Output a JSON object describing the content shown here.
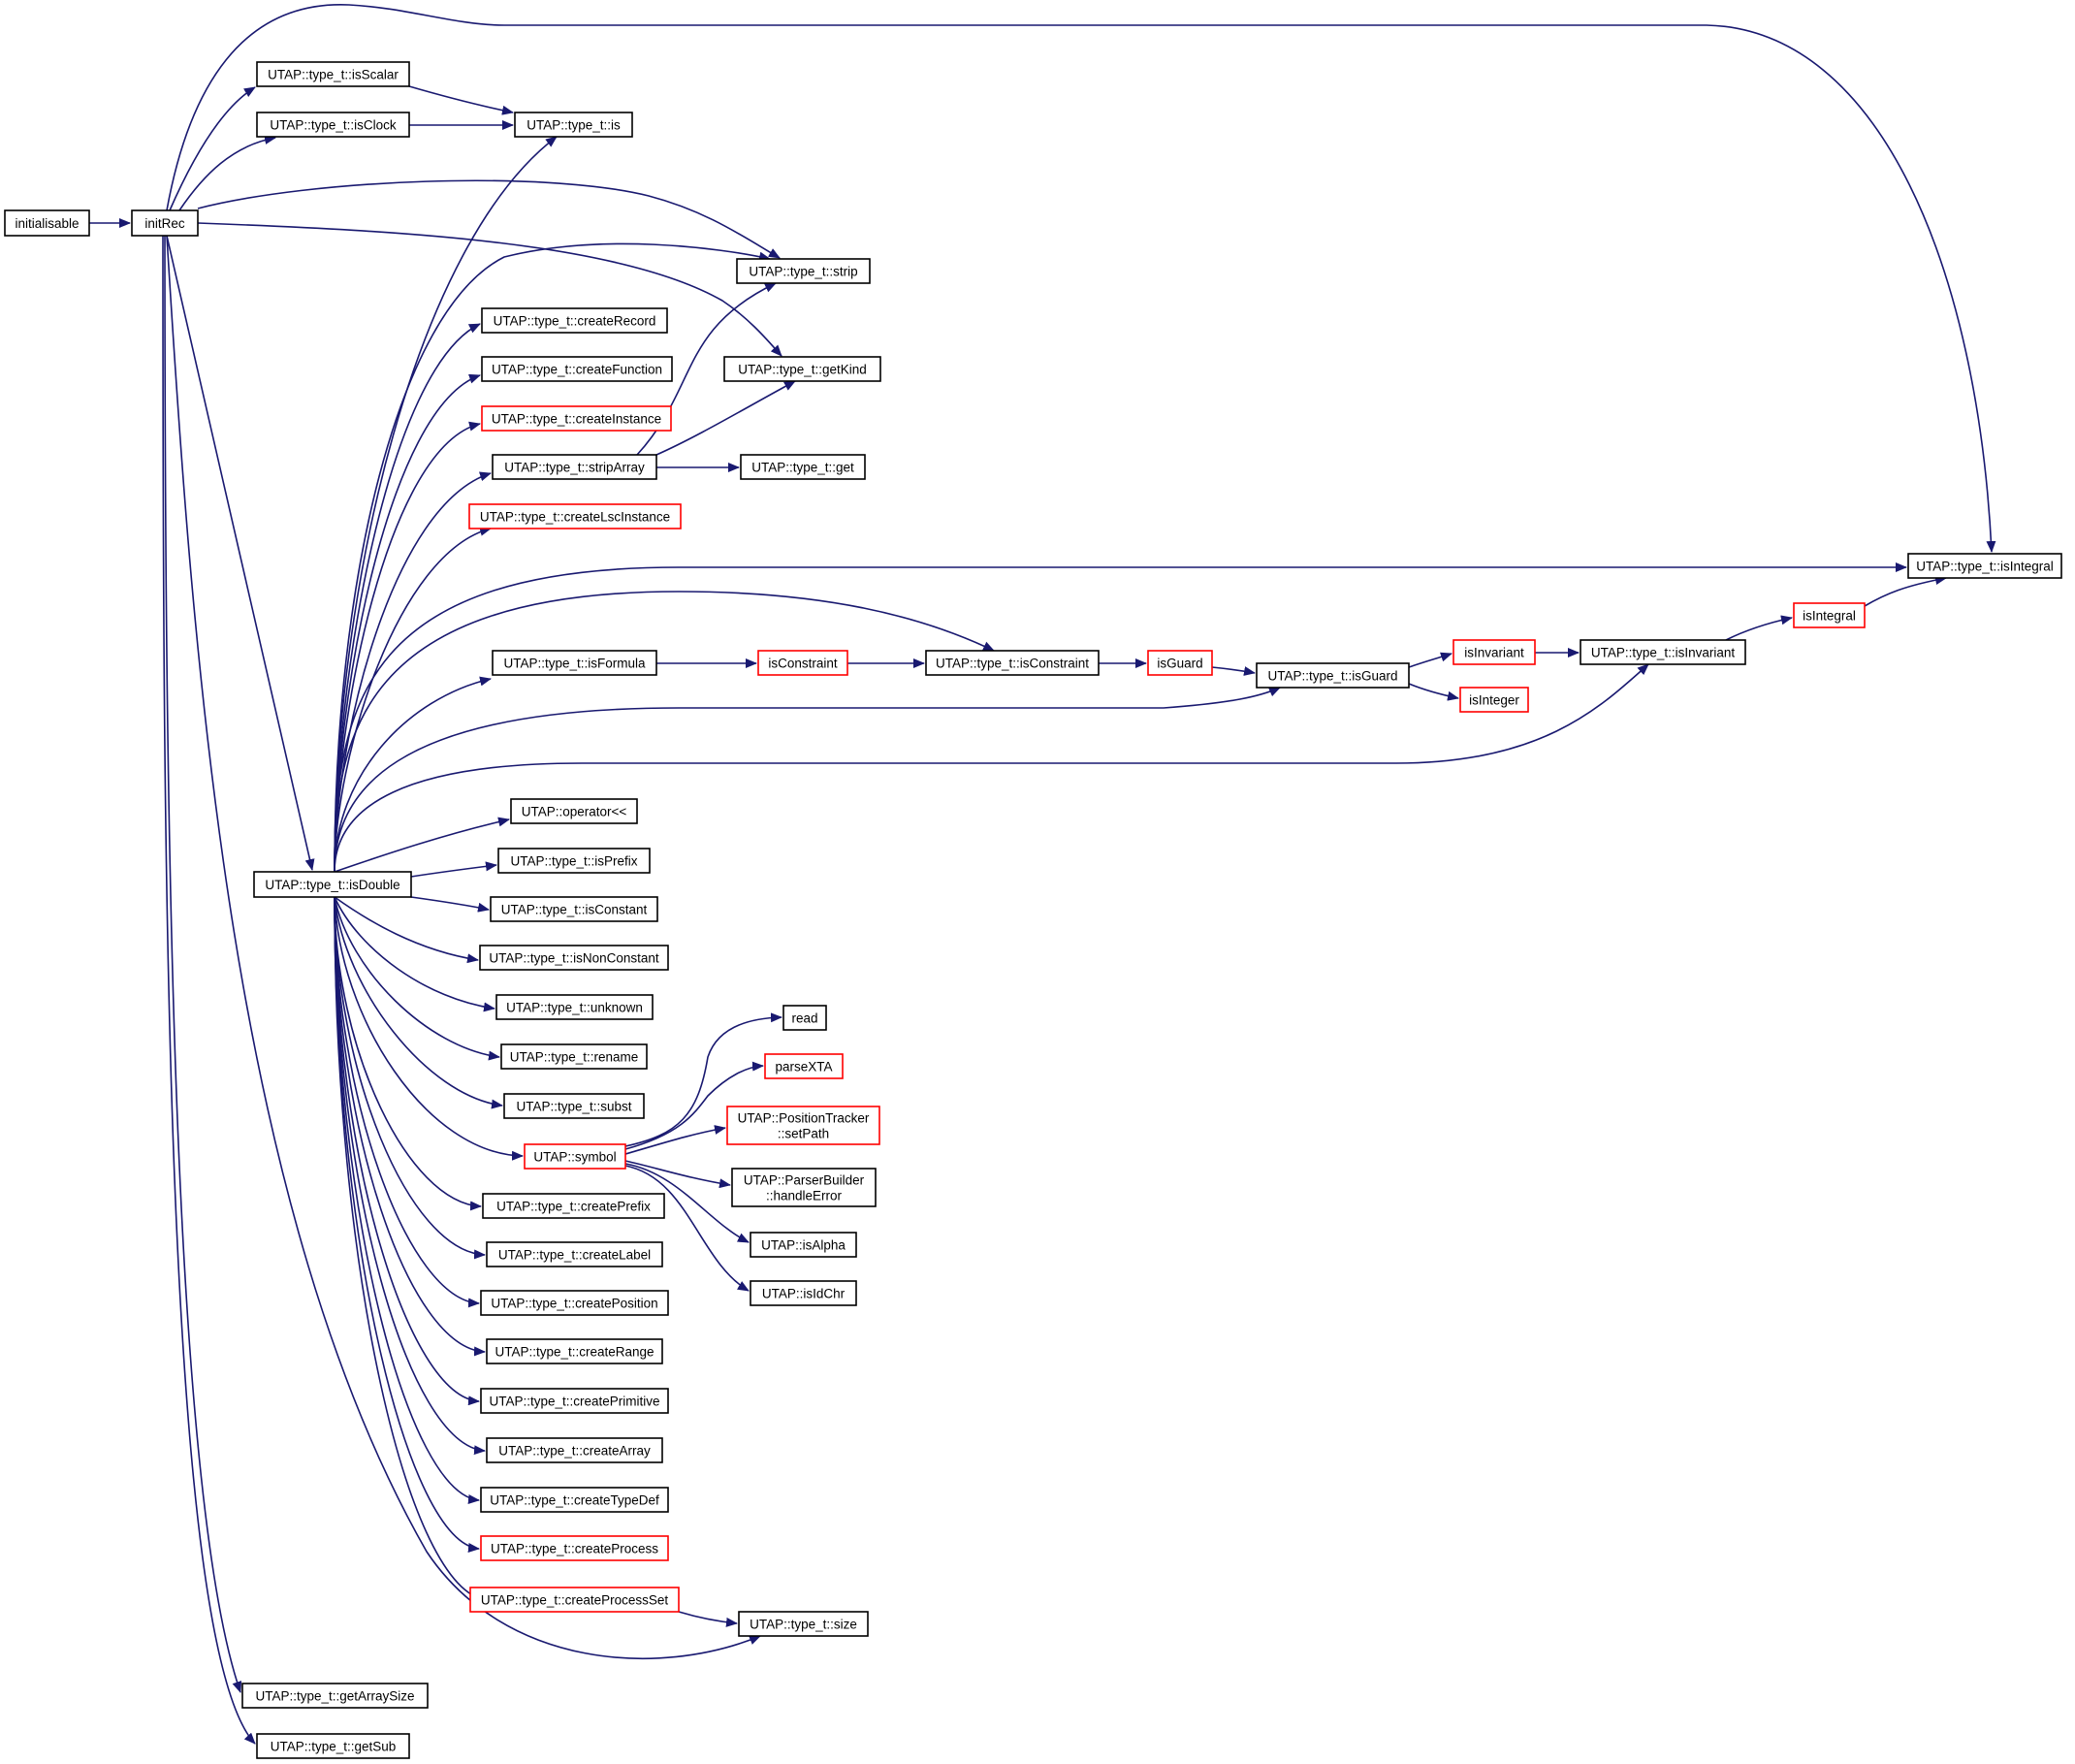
{
  "colors": {
    "edge": "#191970",
    "node_border": "#000000",
    "node_border_truncated": "#ff0000",
    "node_fill": "#ffffff",
    "root_fill": "#bfbfbf",
    "background": "#ffffff"
  },
  "nodes": [
    {
      "id": "initialisable",
      "label": "initialisable",
      "root": true,
      "truncated": false
    },
    {
      "id": "initRec",
      "label": "initRec",
      "truncated": false
    },
    {
      "id": "isScalar",
      "label": "UTAP::type_t::isScalar",
      "truncated": false
    },
    {
      "id": "isClock",
      "label": "UTAP::type_t::isClock",
      "truncated": false
    },
    {
      "id": "is",
      "label": "UTAP::type_t::is",
      "truncated": false
    },
    {
      "id": "strip",
      "label": "UTAP::type_t::strip",
      "truncated": false
    },
    {
      "id": "createRecord",
      "label": "UTAP::type_t::createRecord",
      "truncated": false
    },
    {
      "id": "createFunction",
      "label": "UTAP::type_t::createFunction",
      "truncated": false
    },
    {
      "id": "getKind",
      "label": "UTAP::type_t::getKind",
      "truncated": false
    },
    {
      "id": "createInstance",
      "label": "UTAP::type_t::createInstance",
      "truncated": true
    },
    {
      "id": "stripArray",
      "label": "UTAP::type_t::stripArray",
      "truncated": false
    },
    {
      "id": "get",
      "label": "UTAP::type_t::get",
      "truncated": false
    },
    {
      "id": "createLscInstance",
      "label": "UTAP::type_t::createLscInstance",
      "truncated": true
    },
    {
      "id": "tIsIntegral",
      "label": "UTAP::type_t::isIntegral",
      "truncated": false
    },
    {
      "id": "isIntegral",
      "label": "isIntegral",
      "truncated": true
    },
    {
      "id": "isInvariant",
      "label": "isInvariant",
      "truncated": true
    },
    {
      "id": "tIsInvariant",
      "label": "UTAP::type_t::isInvariant",
      "truncated": false
    },
    {
      "id": "isFormula",
      "label": "UTAP::type_t::isFormula",
      "truncated": false
    },
    {
      "id": "isConstraint",
      "label": "isConstraint",
      "truncated": true
    },
    {
      "id": "tIsConstraint",
      "label": "UTAP::type_t::isConstraint",
      "truncated": false
    },
    {
      "id": "isGuard",
      "label": "isGuard",
      "truncated": true
    },
    {
      "id": "tIsGuard",
      "label": "UTAP::type_t::isGuard",
      "truncated": false
    },
    {
      "id": "isInteger",
      "label": "isInteger",
      "truncated": true
    },
    {
      "id": "operatorLL",
      "label": "UTAP::operator<<",
      "truncated": false
    },
    {
      "id": "isDouble",
      "label": "UTAP::type_t::isDouble",
      "truncated": false
    },
    {
      "id": "isPrefix",
      "label": "UTAP::type_t::isPrefix",
      "truncated": false
    },
    {
      "id": "isConstant",
      "label": "UTAP::type_t::isConstant",
      "truncated": false
    },
    {
      "id": "isNonConstant",
      "label": "UTAP::type_t::isNonConstant",
      "truncated": false
    },
    {
      "id": "unknown",
      "label": "UTAP::type_t::unknown",
      "truncated": false
    },
    {
      "id": "rename",
      "label": "UTAP::type_t::rename",
      "truncated": false
    },
    {
      "id": "subst",
      "label": "UTAP::type_t::subst",
      "truncated": false
    },
    {
      "id": "read",
      "label": "read",
      "truncated": false
    },
    {
      "id": "parseXTA",
      "label": "parseXTA",
      "truncated": true
    },
    {
      "id": "setPath",
      "label": "UTAP::PositionTracker\n::setPath",
      "truncated": true
    },
    {
      "id": "symbol",
      "label": "UTAP::symbol",
      "truncated": true
    },
    {
      "id": "handleError",
      "label": "UTAP::ParserBuilder\n::handleError",
      "truncated": false
    },
    {
      "id": "createPrefix",
      "label": "UTAP::type_t::createPrefix",
      "truncated": false
    },
    {
      "id": "isAlpha",
      "label": "UTAP::isAlpha",
      "truncated": false
    },
    {
      "id": "createLabel",
      "label": "UTAP::type_t::createLabel",
      "truncated": false
    },
    {
      "id": "isIdChr",
      "label": "UTAP::isIdChr",
      "truncated": false
    },
    {
      "id": "createPosition",
      "label": "UTAP::type_t::createPosition",
      "truncated": false
    },
    {
      "id": "createRange",
      "label": "UTAP::type_t::createRange",
      "truncated": false
    },
    {
      "id": "createPrimitive",
      "label": "UTAP::type_t::createPrimitive",
      "truncated": false
    },
    {
      "id": "createArray",
      "label": "UTAP::type_t::createArray",
      "truncated": false
    },
    {
      "id": "createTypeDef",
      "label": "UTAP::type_t::createTypeDef",
      "truncated": false
    },
    {
      "id": "createProcess",
      "label": "UTAP::type_t::createProcess",
      "truncated": true
    },
    {
      "id": "createProcessSet",
      "label": "UTAP::type_t::createProcessSet",
      "truncated": true
    },
    {
      "id": "size",
      "label": "UTAP::type_t::size",
      "truncated": false
    },
    {
      "id": "getArraySize",
      "label": "UTAP::type_t::getArraySize",
      "truncated": false
    },
    {
      "id": "getSub",
      "label": "UTAP::type_t::getSub",
      "truncated": false
    }
  ],
  "edges": [
    [
      "initialisable",
      "initRec"
    ],
    [
      "initRec",
      "isScalar"
    ],
    [
      "initRec",
      "isClock"
    ],
    [
      "initRec",
      "strip"
    ],
    [
      "initRec",
      "getKind"
    ],
    [
      "initRec",
      "tIsIntegral"
    ],
    [
      "initRec",
      "isDouble"
    ],
    [
      "initRec",
      "size"
    ],
    [
      "initRec",
      "getArraySize"
    ],
    [
      "initRec",
      "getSub"
    ],
    [
      "isScalar",
      "is"
    ],
    [
      "isClock",
      "is"
    ],
    [
      "stripArray",
      "strip"
    ],
    [
      "stripArray",
      "getKind"
    ],
    [
      "stripArray",
      "get"
    ],
    [
      "isFormula",
      "isConstraint"
    ],
    [
      "isConstraint",
      "tIsConstraint"
    ],
    [
      "tIsConstraint",
      "isGuard"
    ],
    [
      "isGuard",
      "tIsGuard"
    ],
    [
      "tIsGuard",
      "isInvariant"
    ],
    [
      "tIsGuard",
      "isInteger"
    ],
    [
      "isInvariant",
      "tIsInvariant"
    ],
    [
      "tIsInvariant",
      "isIntegral"
    ],
    [
      "isIntegral",
      "tIsIntegral"
    ],
    [
      "isDouble",
      "is"
    ],
    [
      "isDouble",
      "strip"
    ],
    [
      "isDouble",
      "createRecord"
    ],
    [
      "isDouble",
      "createFunction"
    ],
    [
      "isDouble",
      "createInstance"
    ],
    [
      "isDouble",
      "stripArray"
    ],
    [
      "isDouble",
      "createLscInstance"
    ],
    [
      "isDouble",
      "tIsIntegral"
    ],
    [
      "isDouble",
      "tIsConstraint"
    ],
    [
      "isDouble",
      "isFormula"
    ],
    [
      "isDouble",
      "tIsGuard"
    ],
    [
      "isDouble",
      "tIsInvariant"
    ],
    [
      "isDouble",
      "operatorLL"
    ],
    [
      "isDouble",
      "isPrefix"
    ],
    [
      "isDouble",
      "isConstant"
    ],
    [
      "isDouble",
      "isNonConstant"
    ],
    [
      "isDouble",
      "unknown"
    ],
    [
      "isDouble",
      "rename"
    ],
    [
      "isDouble",
      "subst"
    ],
    [
      "isDouble",
      "symbol"
    ],
    [
      "isDouble",
      "createPrefix"
    ],
    [
      "isDouble",
      "createLabel"
    ],
    [
      "isDouble",
      "createPosition"
    ],
    [
      "isDouble",
      "createRange"
    ],
    [
      "isDouble",
      "createPrimitive"
    ],
    [
      "isDouble",
      "createArray"
    ],
    [
      "isDouble",
      "createTypeDef"
    ],
    [
      "isDouble",
      "createProcess"
    ],
    [
      "isDouble",
      "createProcessSet"
    ],
    [
      "symbol",
      "read"
    ],
    [
      "symbol",
      "parseXTA"
    ],
    [
      "symbol",
      "setPath"
    ],
    [
      "symbol",
      "handleError"
    ],
    [
      "symbol",
      "isAlpha"
    ],
    [
      "symbol",
      "isIdChr"
    ],
    [
      "createProcessSet",
      "size"
    ]
  ]
}
